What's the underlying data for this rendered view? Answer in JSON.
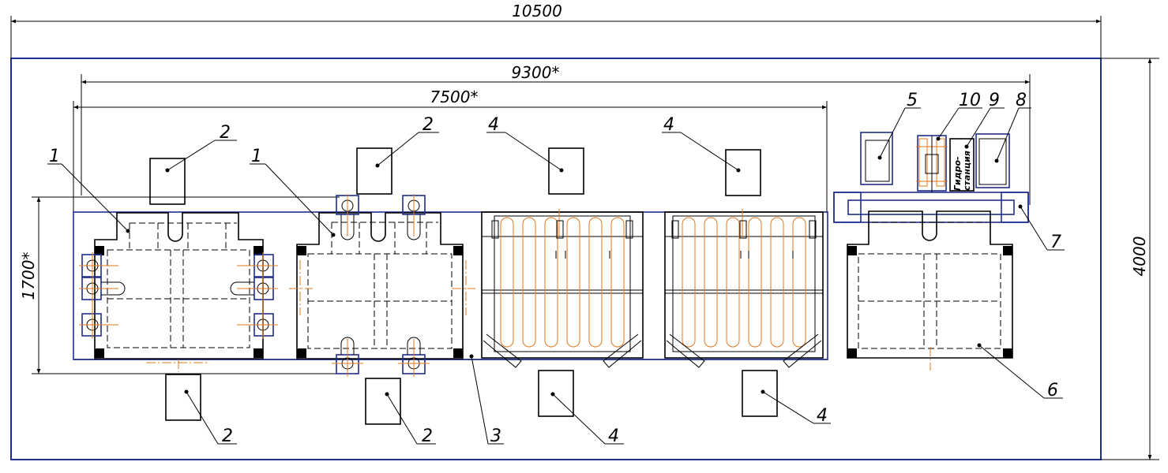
{
  "dimensions": {
    "overall_length": "10500",
    "line_length": "9300*",
    "inner_length": "7500*",
    "height_left": "1700*",
    "overall_width": "4000"
  },
  "hydro_station": {
    "line1": "Гидро-",
    "line2": "станция"
  },
  "callouts": {
    "c1a": "1",
    "c1b": "1",
    "c2a": "2",
    "c2b": "2",
    "c2c": "2",
    "c2d": "2",
    "c3": "3",
    "c4a": "4",
    "c4b": "4",
    "c4c": "4",
    "c4d": "4",
    "c5": "5",
    "c6": "6",
    "c7": "7",
    "c8": "8",
    "c9": "9",
    "c10": "10"
  },
  "colors": {
    "frame": "#1f2f8f",
    "axis": "#e0781e",
    "line": "#000000"
  }
}
